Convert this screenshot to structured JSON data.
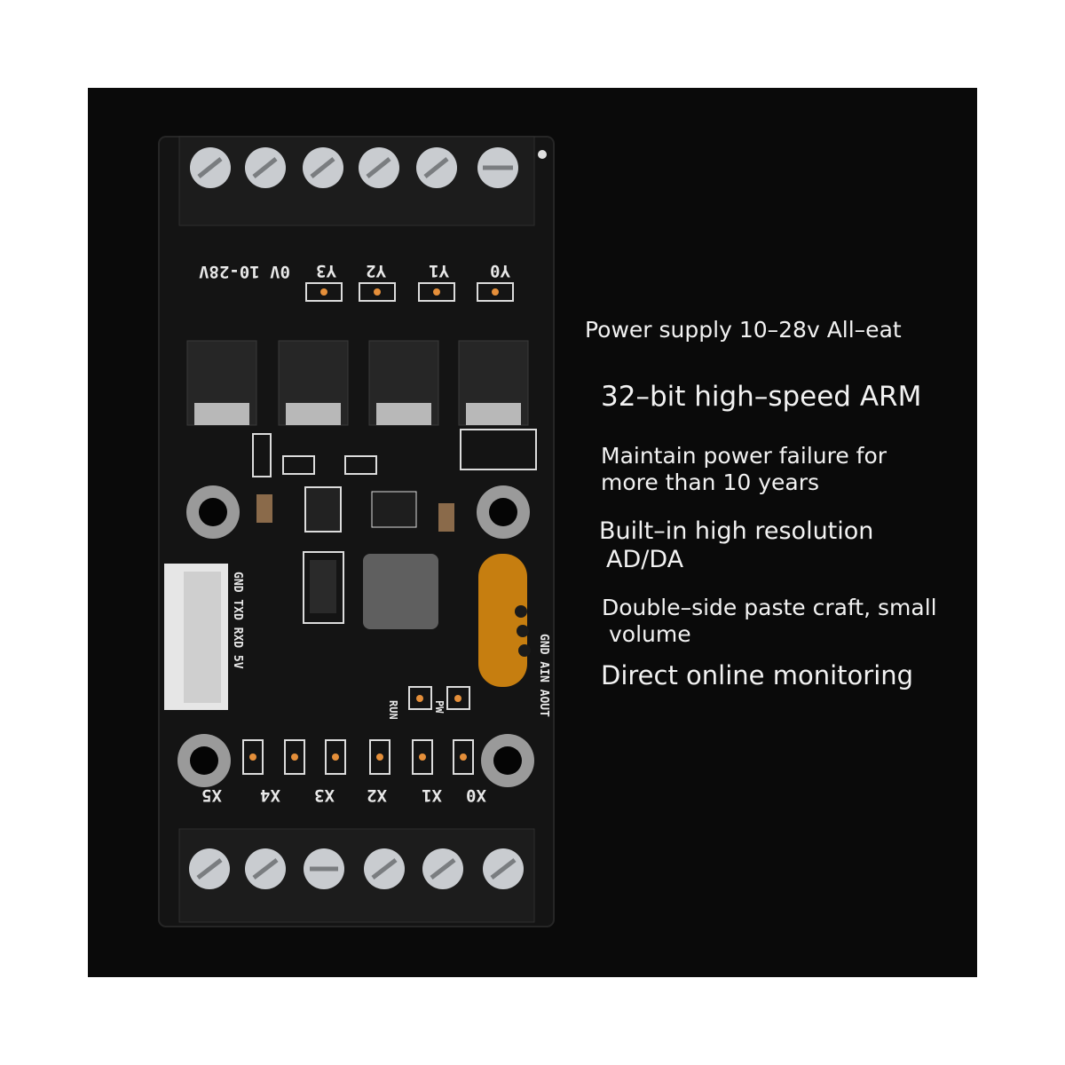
{
  "features": {
    "power": "Power supply 10–28v All–eat",
    "cpu": "32–bit high–speed ARM",
    "memory_line1": "Maintain power failure for",
    "memory_line2": "more than 10 years",
    "adda_line1": "Built–in high resolution",
    "adda_line2": "AD/DA",
    "craft_line1": "Double–side paste craft, small",
    "craft_line2": "volume",
    "monitor": "Direct online monitoring"
  },
  "board": {
    "silk_power": "0V 10-28V",
    "outputs": [
      "Y3",
      "Y2",
      "Y1",
      "Y0"
    ],
    "inputs": [
      "X5",
      "X4",
      "X3",
      "X2",
      "X1",
      "X0"
    ],
    "serial": "GND TXD RXD 5V",
    "analog": "GND AIN AOUT",
    "run": "RUN",
    "pwr": "PW"
  },
  "colors": {
    "background": "#0a0a0a",
    "pcb": "#141414",
    "screw": "#c9ccd0",
    "capacitor": "#d98a10"
  }
}
